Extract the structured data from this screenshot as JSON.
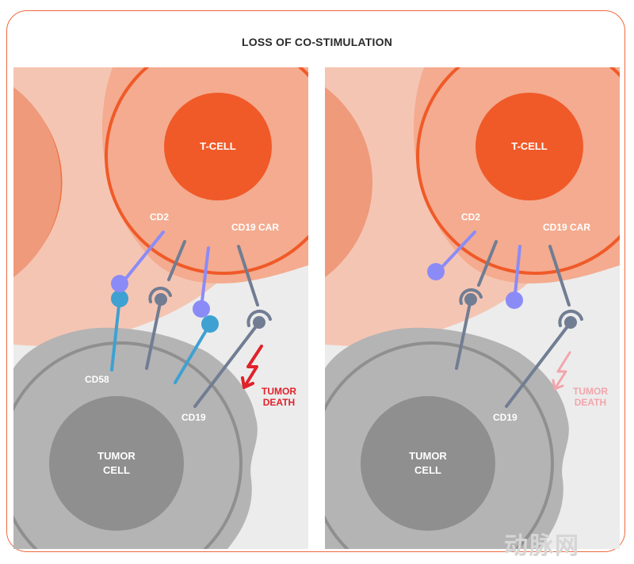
{
  "title": "LOSS OF CO-STIMULATION",
  "colors": {
    "tcell_core": "#f05a28",
    "tcell_body": "#f4ab8f",
    "tumor_body": "#b4b4b4",
    "tumor_core": "#8f8f8f",
    "cd2": "#8b8bf7",
    "cd58": "#3ea1d1",
    "car": "#717d93",
    "death_active": "#e0222a",
    "death_faded": "#f2a5ac"
  },
  "panels": [
    {
      "tcell_label": "T-CELL",
      "tumor_label_line1": "TUMOR",
      "tumor_label_line2": "CELL",
      "cd2_label": "CD2",
      "car_label": "CD19 CAR",
      "cd58_label": "CD58",
      "cd19_label": "CD19",
      "death_line1": "TUMOR",
      "death_line2": "DEATH"
    },
    {
      "tcell_label": "T-CELL",
      "tumor_label_line1": "TUMOR",
      "tumor_label_line2": "CELL",
      "cd2_label": "CD2",
      "car_label": "CD19 CAR",
      "cd19_label": "CD19",
      "death_line1": "TUMOR",
      "death_line2": "DEATH"
    }
  ],
  "watermark": "动脉网"
}
